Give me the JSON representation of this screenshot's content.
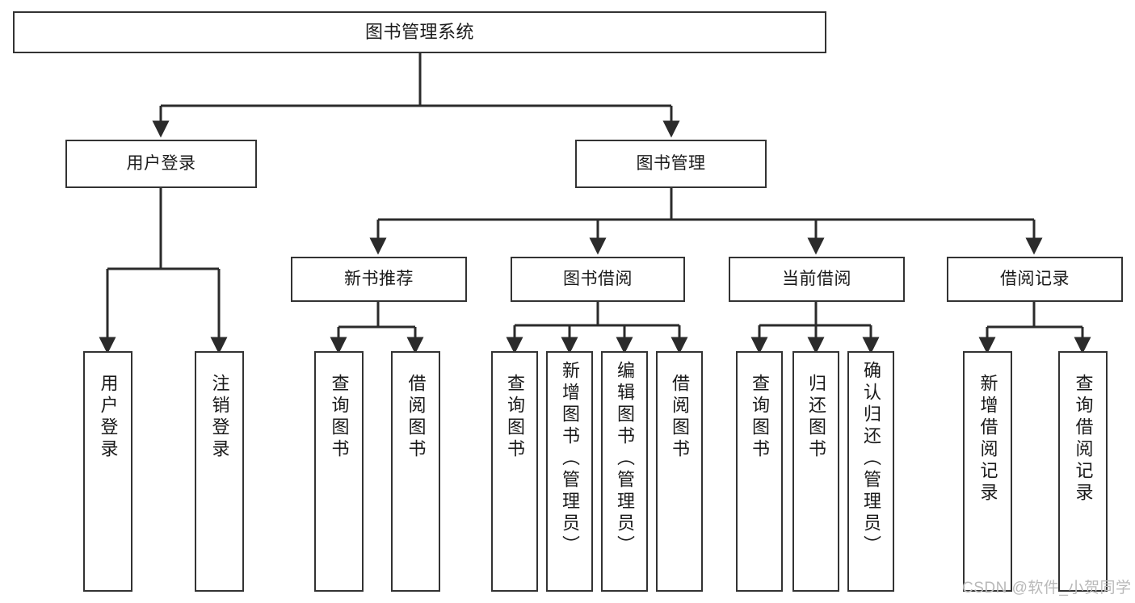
{
  "diagram": {
    "title": "图书管理系统",
    "type": "tree",
    "root": {
      "label": "图书管理系统"
    },
    "level2": [
      {
        "label": "用户登录"
      },
      {
        "label": "图书管理"
      }
    ],
    "level3": [
      {
        "label": "新书推荐"
      },
      {
        "label": "图书借阅"
      },
      {
        "label": "当前借阅"
      },
      {
        "label": "借阅记录"
      }
    ],
    "leaves": {
      "user_login": [
        {
          "label": "用户登录"
        },
        {
          "label": "注销登录"
        }
      ],
      "new_book_recommend": [
        {
          "label": "查询图书"
        },
        {
          "label": "借阅图书"
        }
      ],
      "book_borrow": [
        {
          "label": "查询图书"
        },
        {
          "label": "新增图书（管理员）"
        },
        {
          "label": "编辑图书（管理员）"
        },
        {
          "label": "借阅图书"
        }
      ],
      "current_borrow": [
        {
          "label": "查询图书"
        },
        {
          "label": "归还图书"
        },
        {
          "label": "确认归还（管理员）"
        }
      ],
      "borrow_record": [
        {
          "label": "新增借阅记录"
        },
        {
          "label": "查询借阅记录"
        }
      ]
    }
  },
  "watermark": {
    "text": "CSDN @软件_小贺同学"
  },
  "colors": {
    "box_border": "#333333",
    "box_fill": "#ffffff",
    "connector": "#2b2b2b",
    "text": "#1a1a1a",
    "watermark": "#b9b9b9"
  }
}
